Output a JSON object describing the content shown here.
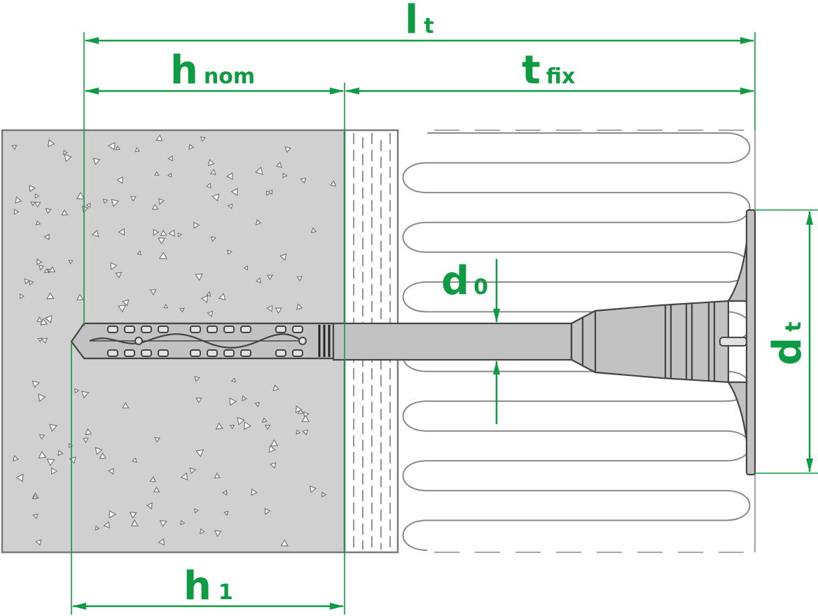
{
  "labels": {
    "lt": {
      "main": "l",
      "sub": "t"
    },
    "hnom": {
      "main": "h",
      "sub": "nom"
    },
    "tfix": {
      "main": "t",
      "sub": "fix"
    },
    "d0": {
      "main": "d",
      "sub": "0"
    },
    "dt": {
      "main": "d",
      "sub": "t"
    },
    "h1": {
      "main": "h",
      "sub": "1"
    }
  },
  "colors": {
    "dimension": "#0f9a44",
    "outline": "#7a7a7a",
    "anchor": "#444444",
    "concrete_fill": "#d0d0d0"
  }
}
